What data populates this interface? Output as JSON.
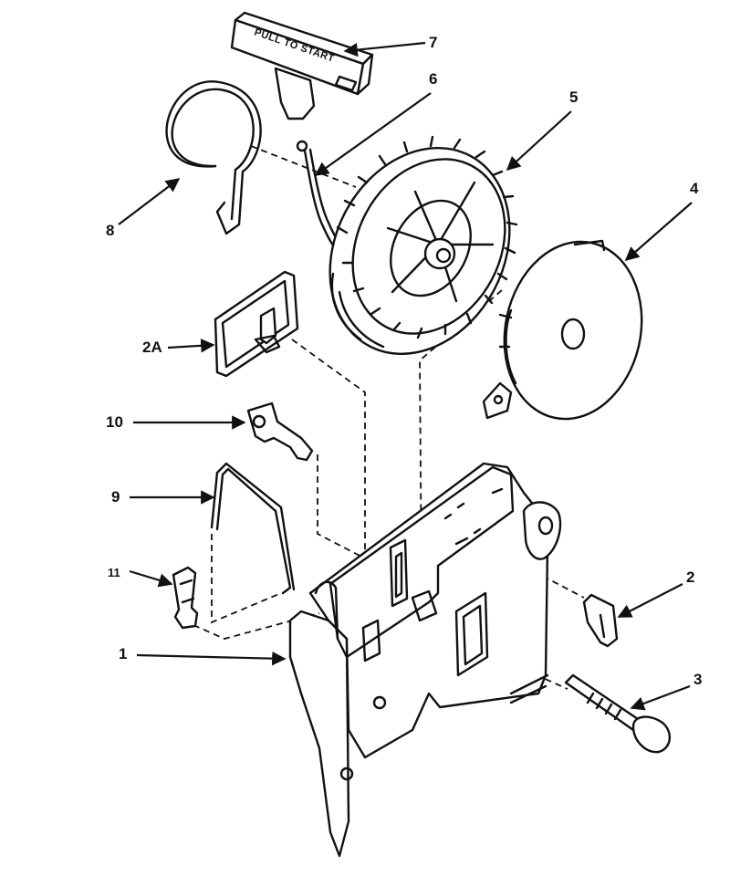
{
  "handle_text": "PULL TO START",
  "callouts": {
    "c1": "1",
    "c2": "2",
    "c2a": "2A",
    "c3": "3",
    "c4": "4",
    "c5": "5",
    "c6": "6",
    "c7": "7",
    "c8": "8",
    "c9": "9",
    "c10": "10",
    "c11": "11"
  }
}
